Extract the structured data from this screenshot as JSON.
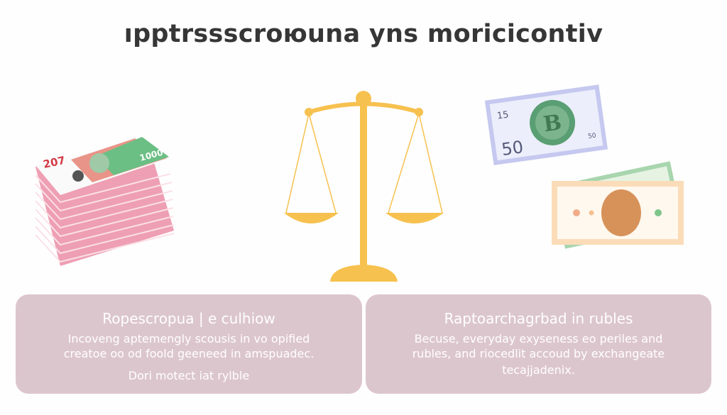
{
  "title": "ıpptrssscroюuna yns moricicontiv",
  "illustrations": {
    "left_stack": {
      "icon": "banknote-stack-icon",
      "note_number": "207",
      "note_value": "1000",
      "color": "#f2a3b8"
    },
    "scale": {
      "icon": "balance-scale-icon",
      "color": "#f7c14f"
    },
    "bitcoin_note": {
      "icon": "bitcoin-banknote-icon",
      "corner_number": "15",
      "value": "50",
      "small_value": "50",
      "symbol": "B",
      "color": "#c9ccf0"
    },
    "dollar_note": {
      "icon": "banknote-icon",
      "color": "#fbe3c2"
    }
  },
  "cards": [
    {
      "title": "Ropescropua | e culhiow",
      "lines": [
        "Incoveng aptemengly scousis in vo opified",
        "creatoe oo od foold geeneed in amspuadec."
      ],
      "footer": "Dori motect iat rylble"
    },
    {
      "title": "Raptoarchagrbad in rubles",
      "lines": [
        "Becuse, everyday exyseness eo periles and",
        "rubles, and riocedlit accoud by exchangeate"
      ],
      "footer": "tecajjadenix."
    }
  ]
}
